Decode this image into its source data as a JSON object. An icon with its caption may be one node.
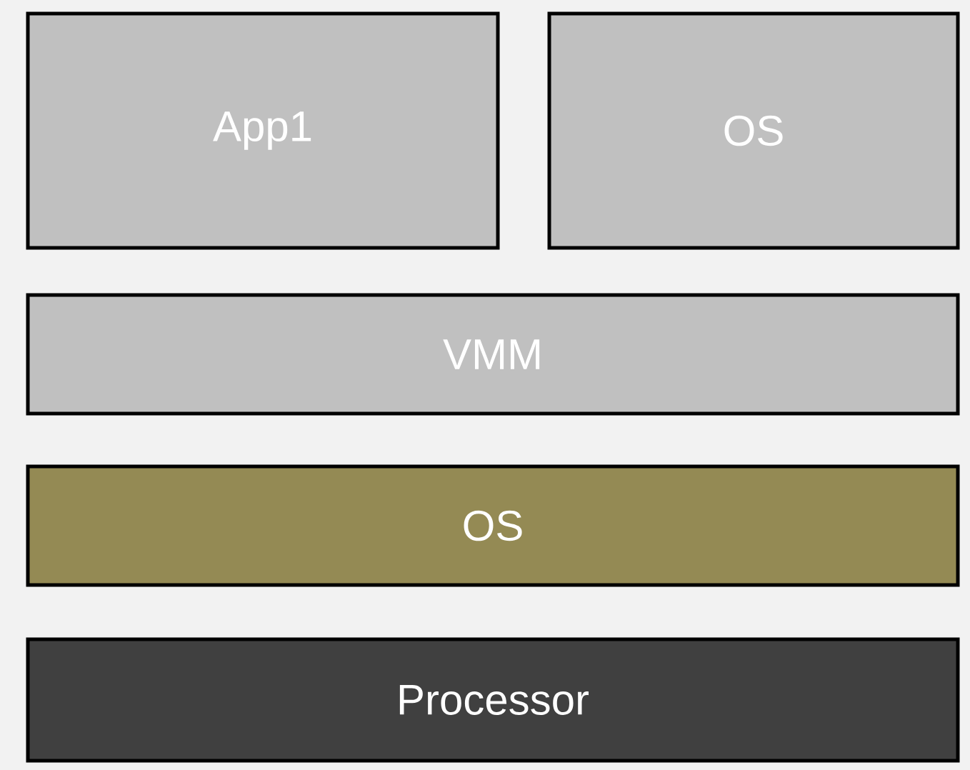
{
  "diagram": {
    "nodes": [
      {
        "text": [
          "App1"
        ]
      },
      {
        "text": [
          "OS"
        ]
      },
      {
        "text": [
          "VMM"
        ]
      },
      {
        "text": [
          "OS"
        ]
      },
      {
        "text": [
          "Processor"
        ]
      }
    ]
  }
}
